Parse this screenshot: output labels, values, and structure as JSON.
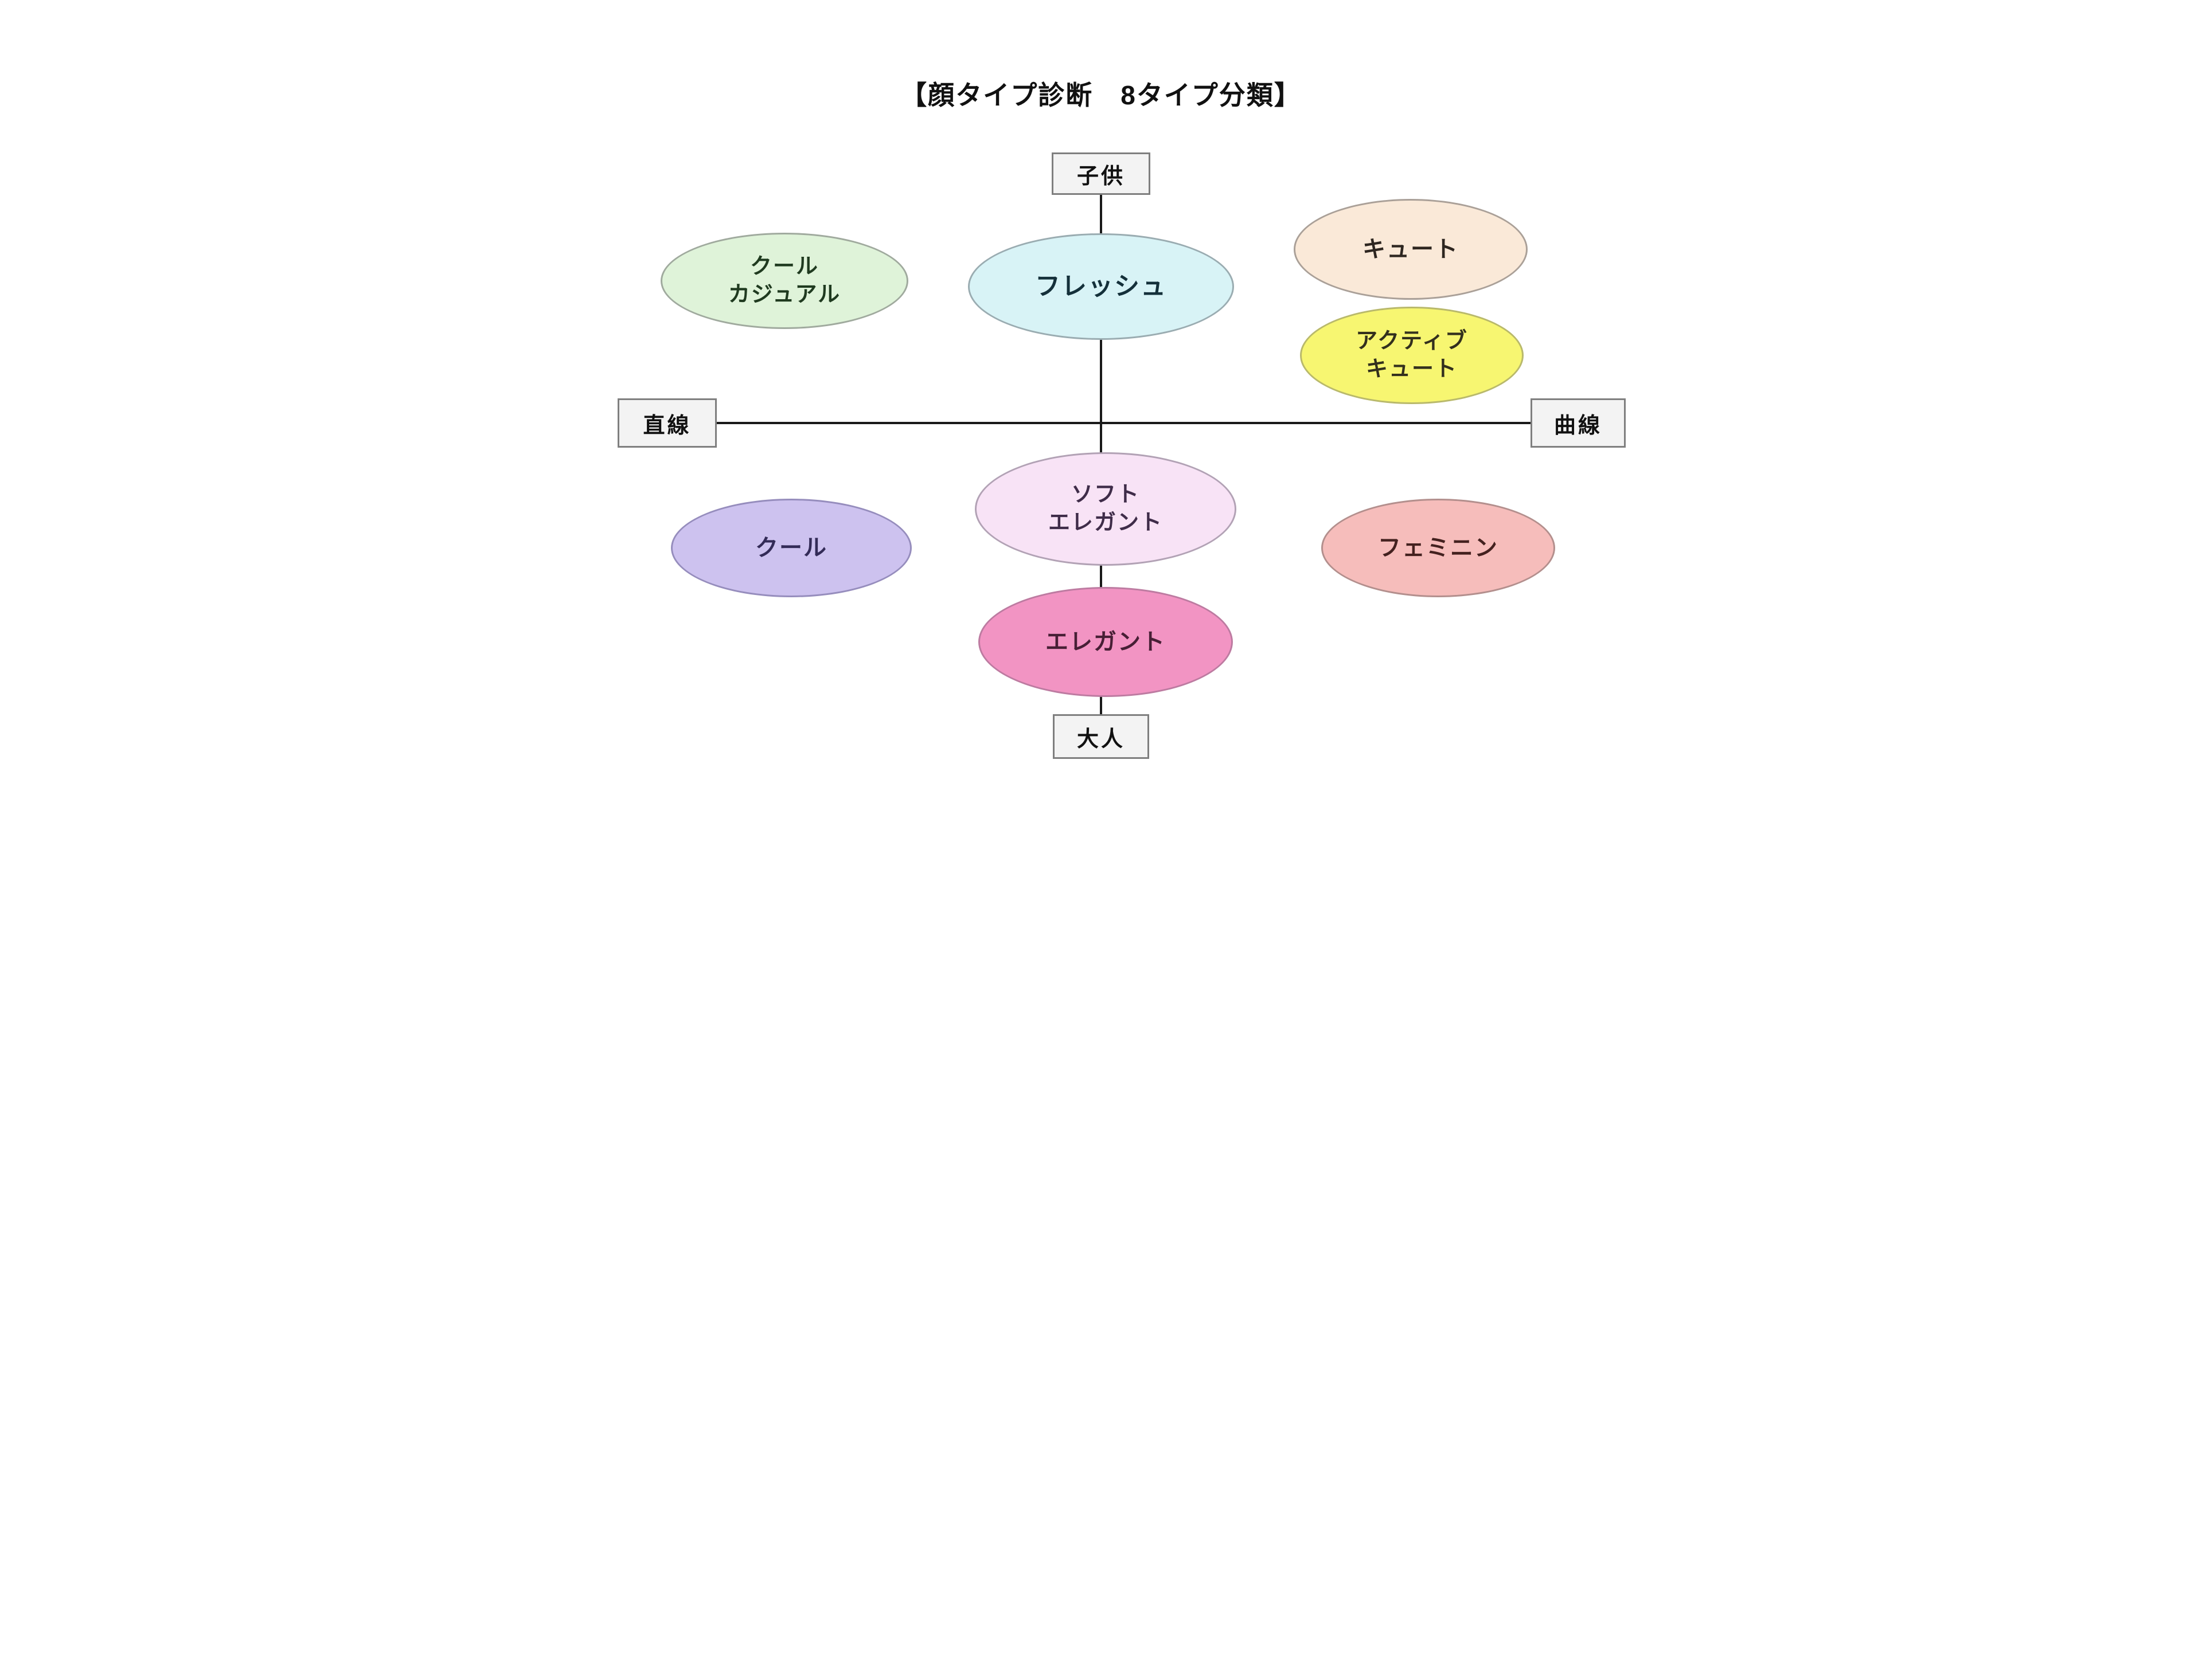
{
  "title": "【顔タイプ診断　8タイプ分類】",
  "axis_labels": {
    "top": "子供",
    "bottom": "大人",
    "left": "直線",
    "right": "曲線"
  },
  "axis_style": {
    "box_fill": "#f3f3f3",
    "box_border": "#7f7f7f",
    "line_color": "#1a1a1a"
  },
  "types": [
    {
      "id": "cool-casual",
      "label": "クール\nカジュアル",
      "quadrant": "upper-left",
      "fill": "#dff3d9",
      "border": "#a0aa9e",
      "text_color": "#1f3a1f"
    },
    {
      "id": "fresh",
      "label": "フレッシュ",
      "quadrant": "upper-center",
      "fill": "#d8f3f6",
      "border": "#9aacb1",
      "text_color": "#14303a"
    },
    {
      "id": "cute",
      "label": "キュート",
      "quadrant": "upper-right",
      "fill": "#fae9d8",
      "border": "#aaa098",
      "text_color": "#2e2620"
    },
    {
      "id": "active-cute",
      "label": "アクティブ\nキュート",
      "quadrant": "right-of-center-upper",
      "fill": "#f7f671",
      "border": "#b9b96b",
      "text_color": "#33301d"
    },
    {
      "id": "soft-elegant",
      "label": "ソフト\nエレガント",
      "quadrant": "lower-center-inner",
      "fill": "#f8e3f6",
      "border": "#b2a2b5",
      "text_color": "#3f2c49"
    },
    {
      "id": "cool",
      "label": "クール",
      "quadrant": "lower-left",
      "fill": "#cdc2ef",
      "border": "#968dbd",
      "text_color": "#332b57"
    },
    {
      "id": "feminine",
      "label": "フェミニン",
      "quadrant": "lower-right",
      "fill": "#f6bdbb",
      "border": "#b38f8d",
      "text_color": "#44211f"
    },
    {
      "id": "elegant",
      "label": "エレガント",
      "quadrant": "lower-center-outer",
      "fill": "#f294c3",
      "border": "#bd7ba1",
      "text_color": "#471f35"
    }
  ]
}
